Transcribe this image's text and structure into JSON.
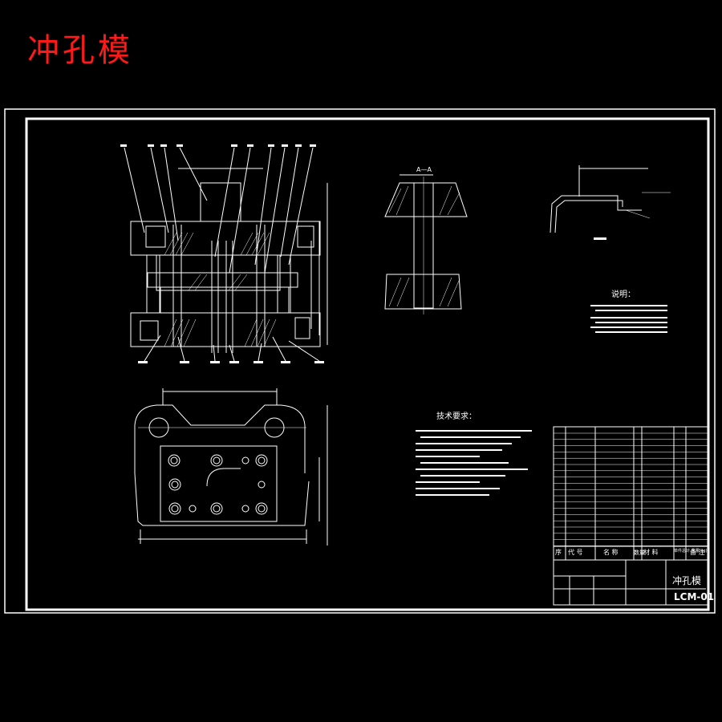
{
  "title": "冲孔模",
  "colors": {
    "background": "#000000",
    "lines": "#ffffff",
    "title": "#ff1a1a",
    "cyan": "#00e5ff"
  },
  "section_label": "A—A",
  "notes_heading": "说明：",
  "tech_heading": "技术要求：",
  "title_block": {
    "header": [
      "序",
      "代 号",
      "名 称",
      "数量",
      "材 料",
      "单件总计 重量(kg)",
      "备 注"
    ],
    "name": "冲孔模",
    "drawing_no": "LCM-01"
  }
}
